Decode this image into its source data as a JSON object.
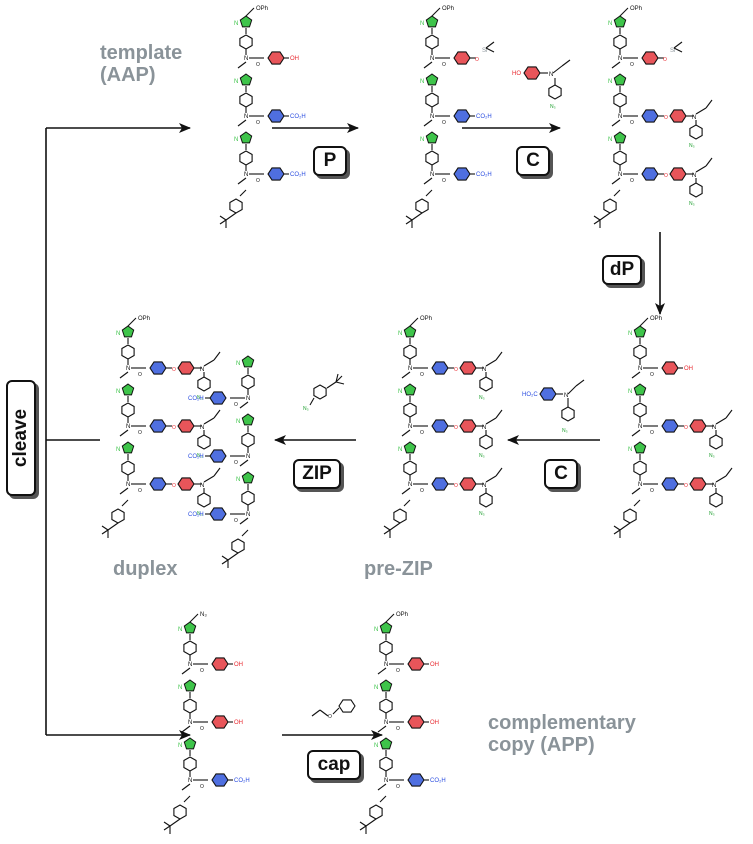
{
  "labels": {
    "template": [
      "template",
      "(AAP)"
    ],
    "duplex": "duplex",
    "pre_zip": "pre-ZIP",
    "complementary": [
      "complementary",
      "copy (APP)"
    ],
    "cleave": "cleave"
  },
  "steps": {
    "p": "P",
    "c_top": "C",
    "dp": "dP",
    "c_mid": "C",
    "zip": "ZIP",
    "cap": "cap"
  },
  "chem_text": {
    "oph": "OPh",
    "oh": "OH",
    "co2h": "CO₂H",
    "ho2c": "HO₂C",
    "n3": "N₃",
    "ho": "HO",
    "si": "Si",
    "o": "O",
    "n": "N"
  },
  "colors": {
    "triazole": "#3ec44a",
    "phenol_ring": "#e8555a",
    "acid_ring": "#4f6fe0",
    "label_gray": "#8a9399",
    "arrow": "#111111"
  }
}
